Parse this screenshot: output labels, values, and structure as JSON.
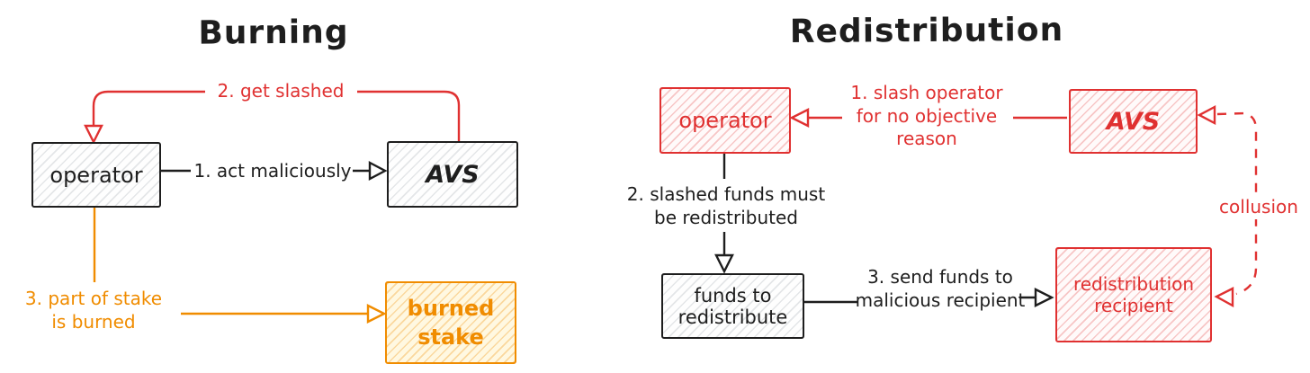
{
  "colors": {
    "ink": "#1e1e1e",
    "red": "#e03131",
    "orange": "#f08c00"
  },
  "burning": {
    "title": "Burning",
    "nodes": {
      "operator": "operator",
      "avs": "AVS",
      "burned_stake": "burned\nstake"
    },
    "edges": {
      "act_maliciously": "1. act maliciously",
      "get_slashed": "2. get slashed",
      "stake_burned": "3. part of stake\nis burned"
    }
  },
  "redistribution": {
    "title": "Redistribution",
    "nodes": {
      "operator": "operator",
      "avs": "AVS",
      "funds": "funds to\nredistribute",
      "recipient": "redistribution\nrecipient"
    },
    "edges": {
      "slash_no_reason": "1. slash operator\nfor no objective\nreason",
      "must_redistribute": "2. slashed funds must\nbe redistributed",
      "send_funds": "3. send funds to\nmalicious recipient",
      "collusion": "collusion"
    }
  }
}
